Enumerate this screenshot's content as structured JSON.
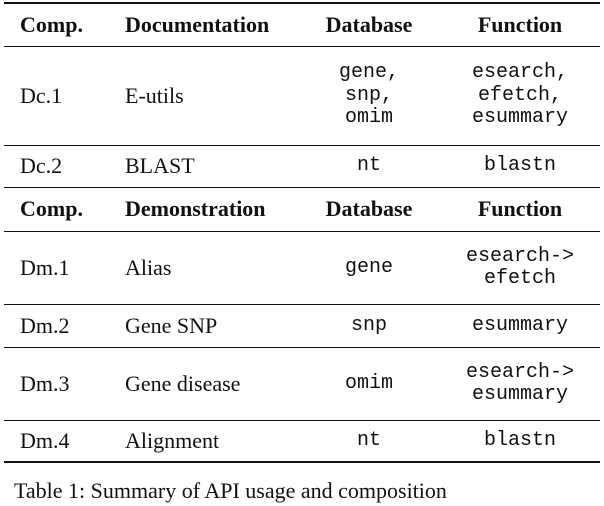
{
  "table": {
    "documentation_header": {
      "comp": "Comp.",
      "section": "Documentation",
      "database": "Database",
      "function": "Function"
    },
    "documentation_rows": [
      {
        "comp": "Dc.1",
        "name": "E-utils",
        "database": "gene,\nsnp,\nomim",
        "function": "esearch,\nefetch,\nesummary"
      },
      {
        "comp": "Dc.2",
        "name": "BLAST",
        "database": "nt",
        "function": "blastn"
      }
    ],
    "demonstration_header": {
      "comp": "Comp.",
      "section": "Demonstration",
      "database": "Database",
      "function": "Function"
    },
    "demonstration_rows": [
      {
        "comp": "Dm.1",
        "name": "Alias",
        "database": "gene",
        "function": "esearch->\nefetch"
      },
      {
        "comp": "Dm.2",
        "name": "Gene SNP",
        "database": "snp",
        "function": "esummary"
      },
      {
        "comp": "Dm.3",
        "name": "Gene disease",
        "database": "omim",
        "function": "esearch->\nesummary"
      },
      {
        "comp": "Dm.4",
        "name": "Alignment",
        "database": "nt",
        "function": "blastn"
      }
    ]
  },
  "caption": {
    "text": "Table 1: Summary of API usage and composition"
  }
}
